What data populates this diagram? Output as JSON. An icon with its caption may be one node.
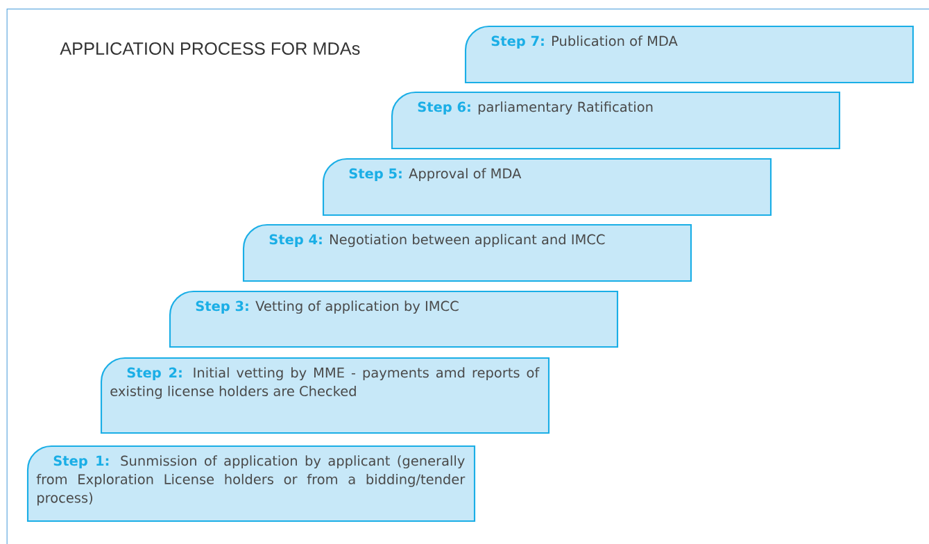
{
  "diagram": {
    "title": "APPLICATION PROCESS FOR MDAs",
    "nodes": [
      {
        "text": [
          "Step 1:",
          "Sunmission of application by applicant (generally from Exploration License holders or from a bidding/tender process)"
        ]
      },
      {
        "text": [
          "Step 2:",
          "Initial vetting by MME - payments amd reports of existing license holders are Checked"
        ]
      },
      {
        "text": [
          "Step 3:",
          "Vetting of application by IMCC"
        ]
      },
      {
        "text": [
          "Step 4:",
          "Negotiation between applicant and IMCC"
        ]
      },
      {
        "text": [
          "Step 5:",
          "Approval of MDA"
        ]
      },
      {
        "text": [
          "Step 6:",
          "parliamentary Ratification"
        ]
      },
      {
        "text": [
          "Step 7:",
          "Publication of MDA"
        ]
      }
    ]
  }
}
